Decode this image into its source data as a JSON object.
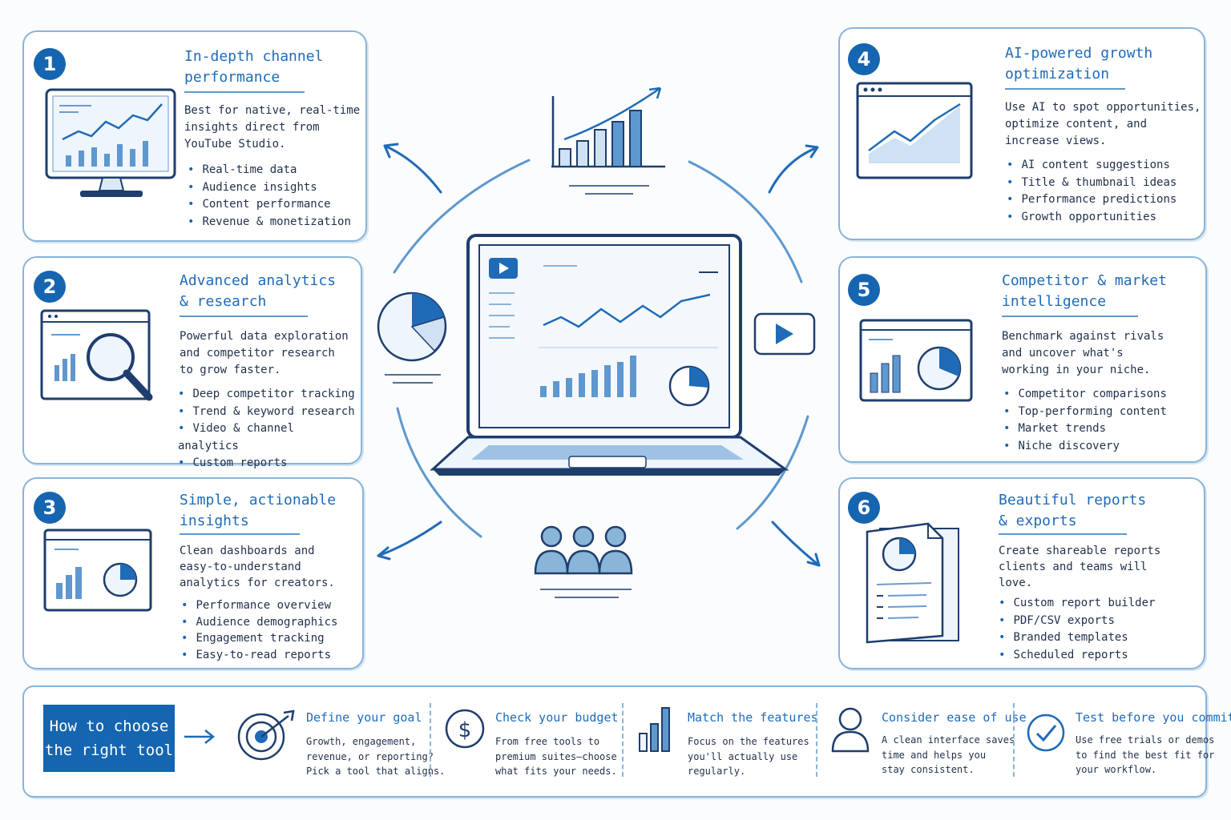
{
  "cards": [
    {
      "number": "1",
      "title": "In-depth channel\nperformance",
      "description": "Best for native, real-time\ninsights direct from\nYouTube Studio.",
      "items": [
        "Real-time data",
        "Audience insights",
        "Content performance",
        "Revenue & monetization"
      ]
    },
    {
      "number": "2",
      "title": "Advanced analytics\n& research",
      "description": "Powerful data exploration\nand competitor research\nto grow faster.",
      "items": [
        "Deep competitor tracking",
        "Trend & keyword research",
        "Video & channel analytics",
        "Custom reports"
      ]
    },
    {
      "number": "3",
      "title": "Simple, actionable\ninsights",
      "description": "Clean dashboards and\neasy-to-understand\nanalytics for creators.",
      "items": [
        "Performance overview",
        "Audience demographics",
        "Engagement tracking",
        "Easy-to-read reports"
      ]
    },
    {
      "number": "4",
      "title": "AI-powered growth\noptimization",
      "description": "Use AI to spot opportunities,\noptimize content, and\nincrease views.",
      "items": [
        "AI content suggestions",
        "Title & thumbnail ideas",
        "Performance predictions",
        "Growth opportunities"
      ]
    },
    {
      "number": "5",
      "title": "Competitor & market\nintelligence",
      "description": "Benchmark against rivals\nand uncover what's\nworking in your niche.",
      "items": [
        "Competitor comparisons",
        "Top-performing content",
        "Market trends",
        "Niche discovery"
      ]
    },
    {
      "number": "6",
      "title": "Beautiful reports\n& exports",
      "description": "Create shareable reports\nclients and teams will\nlove.",
      "items": [
        "Custom report builder",
        "PDF/CSV exports",
        "Branded templates",
        "Scheduled reports"
      ]
    }
  ],
  "guide": {
    "label": "How to choose\nthe right tool",
    "tips": [
      {
        "icon": "target-icon",
        "title": "Define your goal",
        "description": "Growth, engagement,\nrevenue, or reporting?\nPick a tool that aligns."
      },
      {
        "icon": "dollar-icon",
        "title": "Check your budget",
        "description": "From free tools to\npremium suites—choose\nwhat fits your needs."
      },
      {
        "icon": "bar-chart-icon",
        "title": "Match the features",
        "description": "Focus on the features\nyou'll actually use\nregularly."
      },
      {
        "icon": "user-icon",
        "title": "Consider ease of use",
        "description": "A clean interface saves\ntime and helps you\nstay consistent."
      },
      {
        "icon": "checkmark-icon",
        "title": "Test before you commit",
        "description": "Use free trials or demos\nto find the best fit for\nyour workflow."
      }
    ]
  },
  "colors": {
    "accent": "#1565b0",
    "border": "#8ab4d8",
    "ink": "#1f2f4a"
  }
}
